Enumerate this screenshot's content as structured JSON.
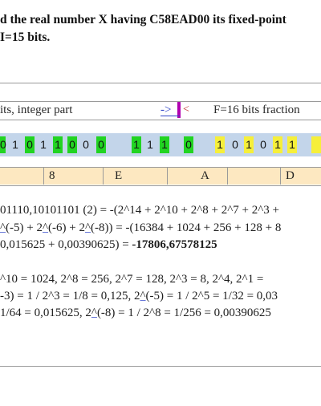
{
  "title_line1": "d the real number X having C58EAD00 its fixed-point",
  "title_line2": "I=15 bits.",
  "header_left": "its, integer part",
  "header_arrow": "->",
  "header_right": "F=16 bits   fraction",
  "integer_bits": [
    "0",
    "1",
    "0",
    "1",
    "1",
    "0",
    "0",
    "0",
    "1",
    "1",
    "1",
    "0"
  ],
  "fraction_bits": [
    "1",
    "0",
    "1",
    "0",
    "1",
    "1"
  ],
  "hex_digits": [
    "8",
    "E",
    "A",
    "D"
  ],
  "calc": {
    "line1": "01110,10101101 (2) = -(2^14 + 2^10 + 2^8 + 2^7 + 2^3 + ",
    "line2_prefix": "",
    "line2_u1": "^",
    "line2_mid1": "(-5) + 2",
    "line2_u2": "^",
    "line2_mid2": "(-6) + 2",
    "line2_u3": "^",
    "line2_rest": "(-8)) = -(16384 + 1024 + 256 + 128 + 8",
    "line3_prefix": " 0,015625 + 0,00390625) = ",
    "line3_result": "-17806,67578125"
  },
  "powers": {
    "line1": "^10 = 1024, 2^8 = 256, 2^7 = 128, 2^3 = 8, 2^4, 2^1 =",
    "line2": "-3) = 1 / 2^3 = 1/8 = 0,125, 2",
    "line2_u": "^",
    "line2_rest": "(-5) = 1 / 2^5 = 1/32 = 0,03",
    "line3_prefix": " 1/64 = 0,015625, 2",
    "line3_u": "^",
    "line3_rest": "(-8) = 1 / 2^8 = 1/256 = 0,00390625"
  }
}
